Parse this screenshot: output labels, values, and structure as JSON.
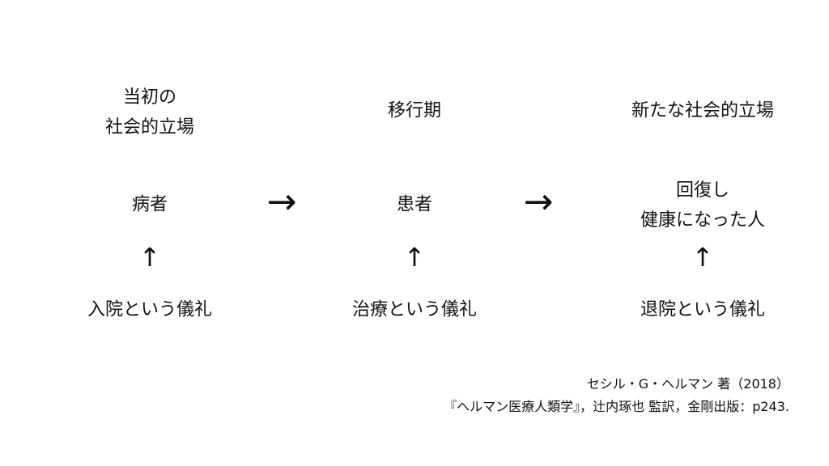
{
  "columns": [
    {
      "header": [
        "当初の",
        "社会的立場"
      ],
      "state": [
        "病者"
      ],
      "ritual": "入院という儀礼"
    },
    {
      "header": [
        "移行期"
      ],
      "state": [
        "患者"
      ],
      "ritual": "治療という儀礼"
    },
    {
      "header": [
        "新たな社会的立場"
      ],
      "state": [
        "回復し",
        "健康になった人"
      ],
      "ritual": "退院という儀礼"
    }
  ],
  "arrows": {
    "right": "→",
    "up": "↑"
  },
  "citation": {
    "line1": "セシル・G・ヘルマン 著（2018）",
    "line2": "『ヘルマン医療人類学』，辻内琢也 監訳，金剛出版：p243."
  }
}
